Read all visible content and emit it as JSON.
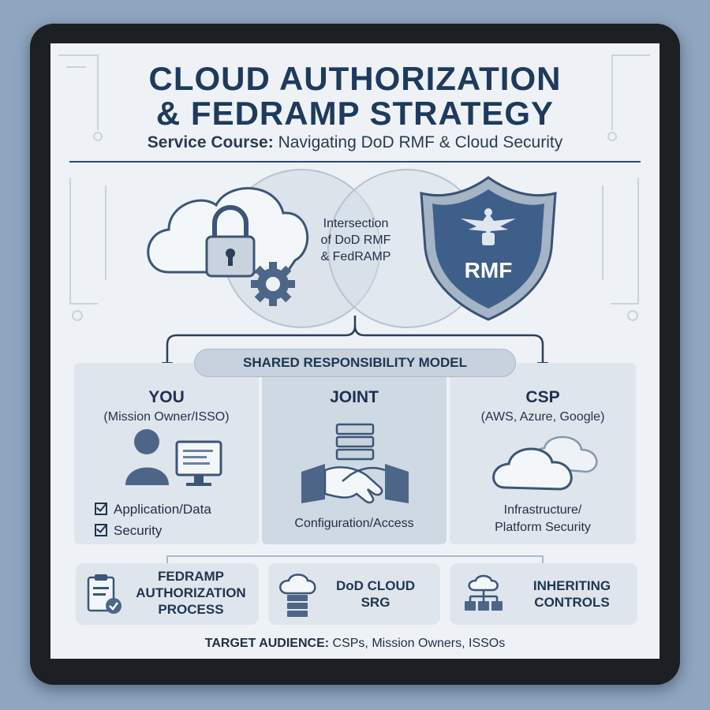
{
  "title": {
    "line1": "CLOUD AUTHORIZATION",
    "line2": "& FEDRAMP STRATEGY"
  },
  "subtitle": {
    "lead": "Service Course:",
    "rest": "Navigating DoD RMF & Cloud Security"
  },
  "venn": {
    "line1": "Intersection",
    "line2": "of DoD RMF",
    "line3": "& FedRAMP",
    "shield_label": "RMF"
  },
  "model_title": "SHARED RESPONSIBILITY MODEL",
  "columns": {
    "you": {
      "heading": "YOU",
      "sub": "(Mission Owner/ISSO)",
      "items": [
        "Application/Data",
        "Security"
      ]
    },
    "joint": {
      "heading": "JOINT",
      "label": "Configuration/Access"
    },
    "csp": {
      "heading": "CSP",
      "sub": "(AWS, Azure, Google)",
      "label_line1": "Infrastructure/",
      "label_line2": "Platform Security"
    }
  },
  "cards": [
    {
      "line1": "FEDRAMP",
      "line2": "AUTHORIZATION",
      "line3": "PROCESS"
    },
    {
      "line1": "DoD CLOUD",
      "line2": "SRG"
    },
    {
      "line1": "INHERITING",
      "line2": "CONTROLS"
    }
  ],
  "footer": {
    "lead": "TARGET AUDIENCE:",
    "rest": "CSPs, Mission Owners, ISSOs"
  },
  "colors": {
    "navy": "#1e3a5c",
    "accent": "#4a6b95",
    "panel": "#dfe5ec"
  }
}
